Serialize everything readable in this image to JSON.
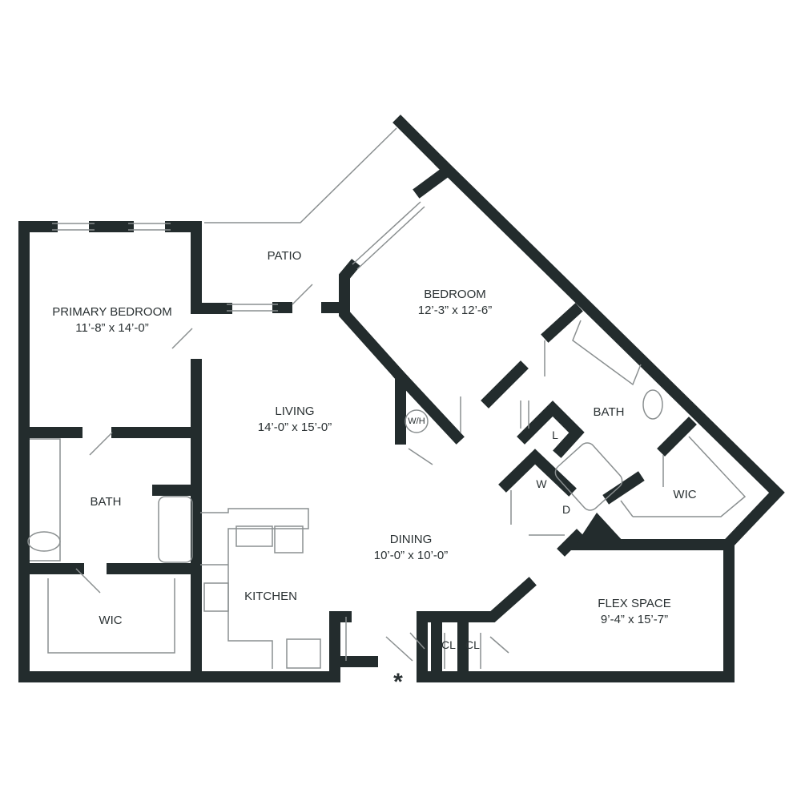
{
  "colors": {
    "wall": "#232c2d",
    "fixture": "#8a8f90",
    "background": "#ffffff"
  },
  "rooms": {
    "patio": {
      "name": "PATIO"
    },
    "primary_bedroom": {
      "name": "PRIMARY BEDROOM",
      "size": "11’-8” x 14’-0”"
    },
    "bedroom": {
      "name": "BEDROOM",
      "size": "12’-3” x 12’-6”"
    },
    "living": {
      "name": "LIVING",
      "size": "14’-0” x 15’-0”"
    },
    "dining": {
      "name": "DINING",
      "size": "10’-0” x 10’-0”"
    },
    "kitchen": {
      "name": "KITCHEN"
    },
    "flex_space": {
      "name": "FLEX SPACE",
      "size": "9’-4” x 15’-7”"
    },
    "bath_primary": {
      "name": "BATH"
    },
    "wic_primary": {
      "name": "WIC"
    },
    "bath_second": {
      "name": "BATH"
    },
    "wic_second": {
      "name": "WIC"
    }
  },
  "fixtures": {
    "water_heater": "W/H",
    "linen": "L",
    "washer": "W",
    "dryer": "D",
    "closet_1": "CL",
    "closet_2": "CL"
  },
  "entry_marker": "*"
}
